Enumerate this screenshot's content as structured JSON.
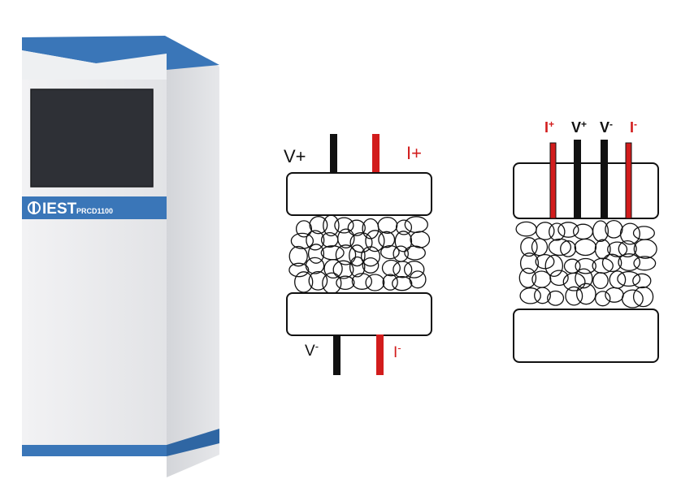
{
  "instrument": {
    "brand": "IEST",
    "model": "PRCD1100",
    "colors": {
      "body": "#ececee",
      "side": "#d9dadd",
      "trim": "#3a76b8",
      "screen": "#2e3036"
    }
  },
  "two_probe": {
    "top_labels": {
      "voltage": "V+",
      "current": "I+"
    },
    "bottom_labels": {
      "voltage": "V",
      "voltage_sup": "-",
      "current": "I",
      "current_sup": "-"
    }
  },
  "four_probe": {
    "labels": [
      {
        "text": "I",
        "sup": "+",
        "color": "#d21c1c"
      },
      {
        "text": "V",
        "sup": "+",
        "color": "#111111"
      },
      {
        "text": "V",
        "sup": "-",
        "color": "#111111"
      },
      {
        "text": "I",
        "sup": "-",
        "color": "#d21c1c"
      }
    ]
  },
  "colors": {
    "voltage_lead": "#111111",
    "current_lead": "#d21c1c",
    "outline": "#111111"
  }
}
